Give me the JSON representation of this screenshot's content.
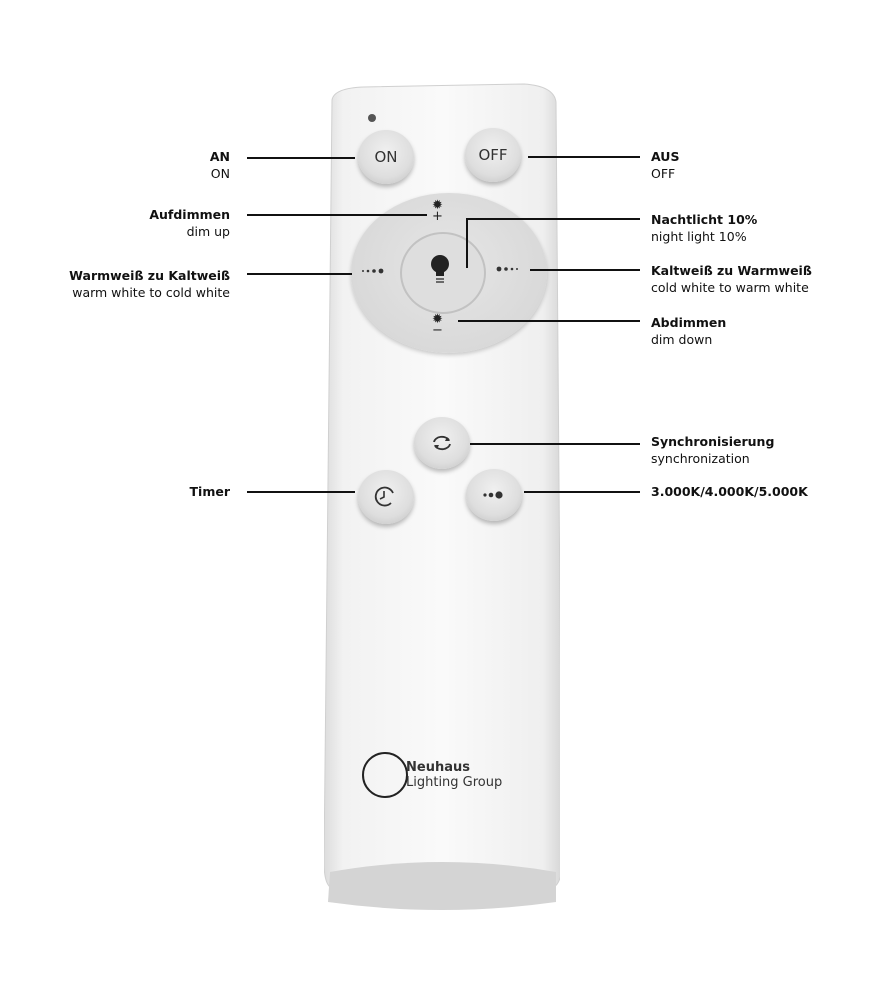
{
  "buttons": {
    "on": "ON",
    "off": "OFF"
  },
  "labels": {
    "on": {
      "de": "AN",
      "en": "ON"
    },
    "off": {
      "de": "AUS",
      "en": "OFF"
    },
    "dim_up": {
      "de": "Aufdimmen",
      "en": "dim up"
    },
    "night_light": {
      "de": "Nachtlicht 10%",
      "en": "night light 10%"
    },
    "warm_to_cold": {
      "de": "Warmweiß zu Kaltweiß",
      "en": "warm white to cold white"
    },
    "cold_to_warm": {
      "de": "Kaltweiß zu Warmweiß",
      "en": "cold white to warm white"
    },
    "dim_down": {
      "de": "Abdimmen",
      "en": "dim down"
    },
    "sync": {
      "de": "Synchronisierung",
      "en": "synchronization"
    },
    "timer": {
      "de": "Timer"
    },
    "color_temp": {
      "de": "3.000K/4.000K/5.000K"
    }
  },
  "logo": {
    "brand": "Neuhaus",
    "sub": "Lighting Group"
  },
  "icons": [
    "sun-plus-icon",
    "bulb-icon",
    "dots-warm-icon",
    "dots-cold-icon",
    "sun-minus-icon",
    "sync-icon",
    "timer-icon",
    "color-temp-icon"
  ]
}
